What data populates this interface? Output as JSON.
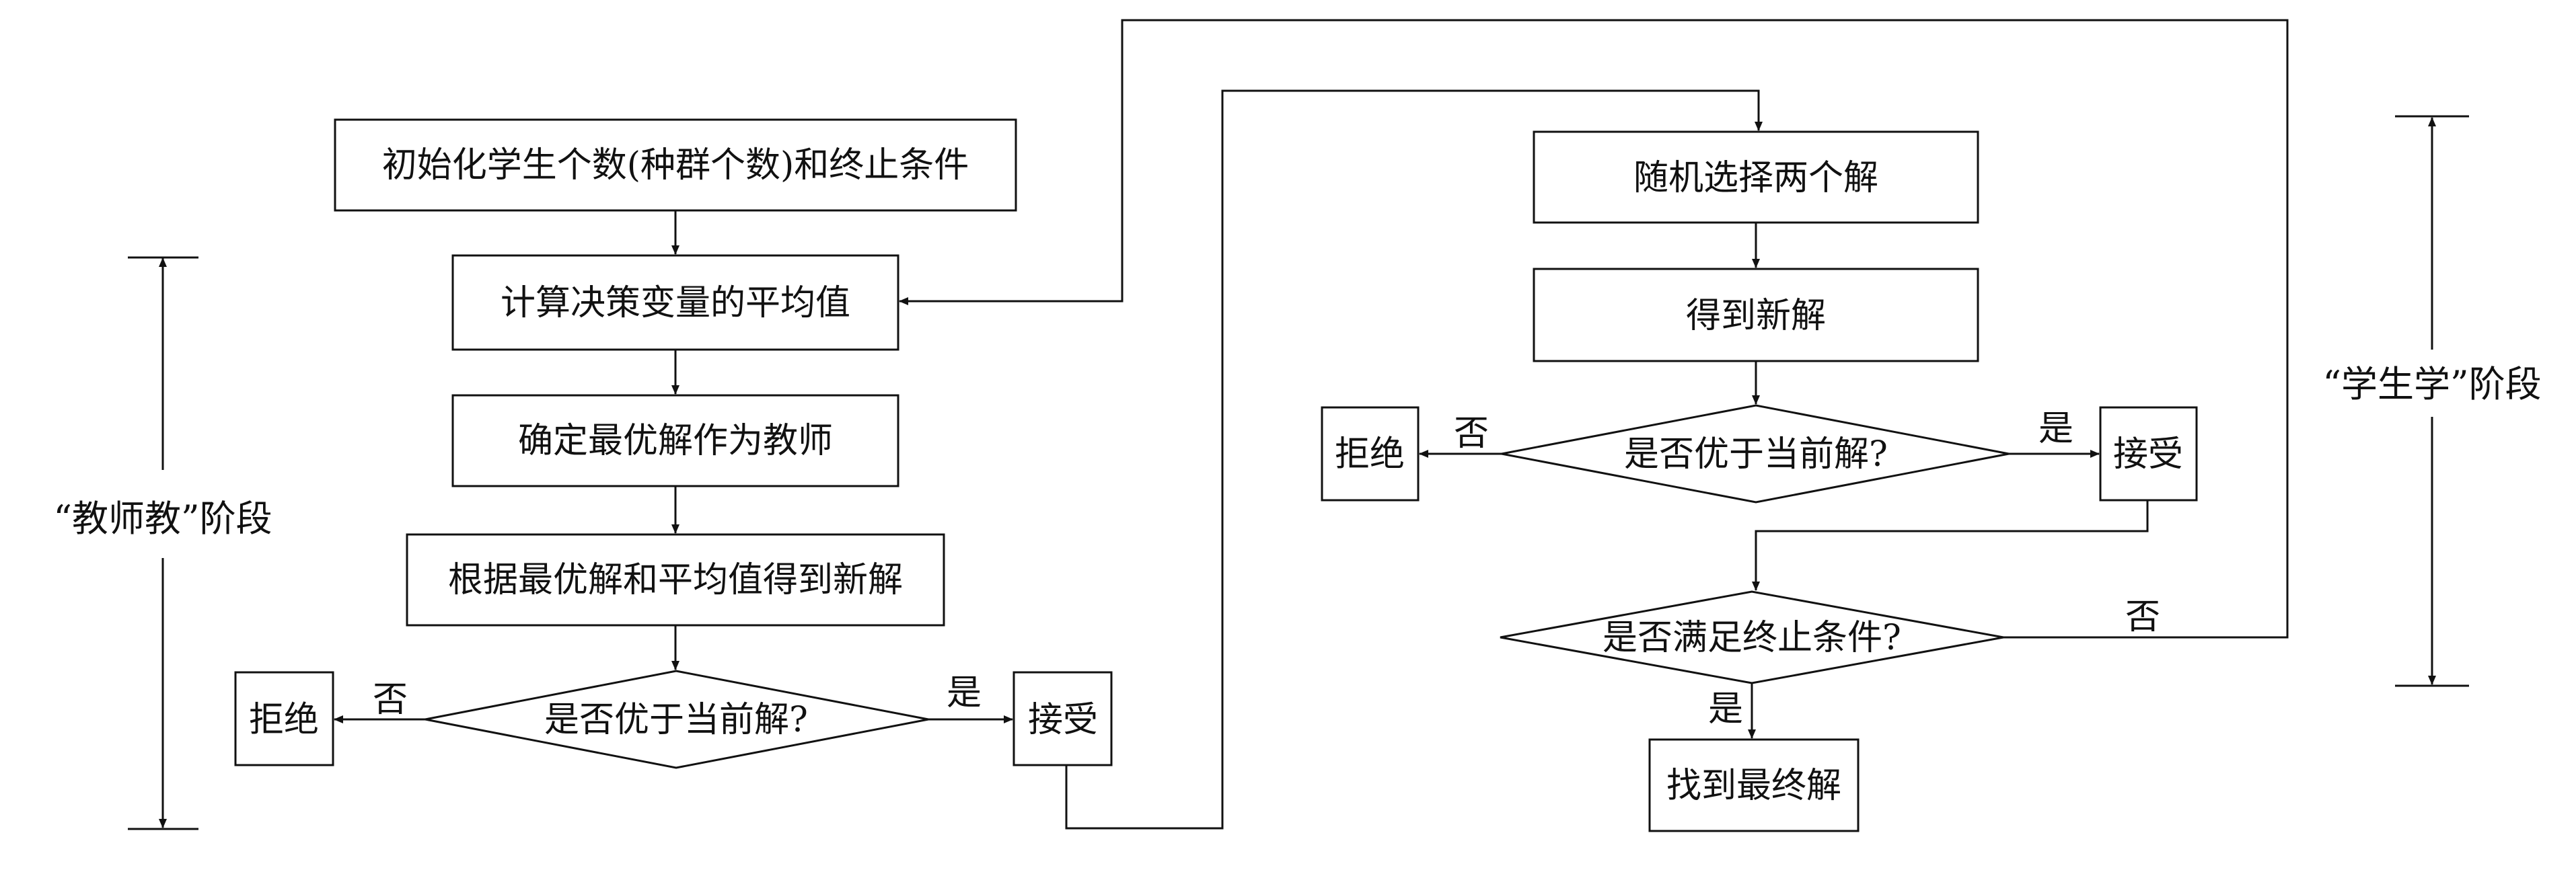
{
  "teacher_phase": {
    "label": "“教师教”阶段",
    "init": "初始化学生个数(种群个数)和终止条件",
    "mean": "计算决策变量的平均值",
    "best": "确定最优解作为教师",
    "new": "根据最优解和平均值得到新解",
    "compare": "是否优于当前解?",
    "reject": "拒绝",
    "accept": "接受",
    "no": "否",
    "yes": "是"
  },
  "learner_phase": {
    "label": "“学生学”阶段",
    "pick": "随机选择两个解",
    "new": "得到新解",
    "compare": "是否优于当前解?",
    "reject": "拒绝",
    "accept": "接受",
    "no": "否",
    "yes": "是"
  },
  "termination": {
    "check": "是否满足终止条件?",
    "final": "找到最终解",
    "no": "否",
    "yes": "是"
  },
  "colors": {
    "stroke": "#111111",
    "background": "#ffffff"
  }
}
